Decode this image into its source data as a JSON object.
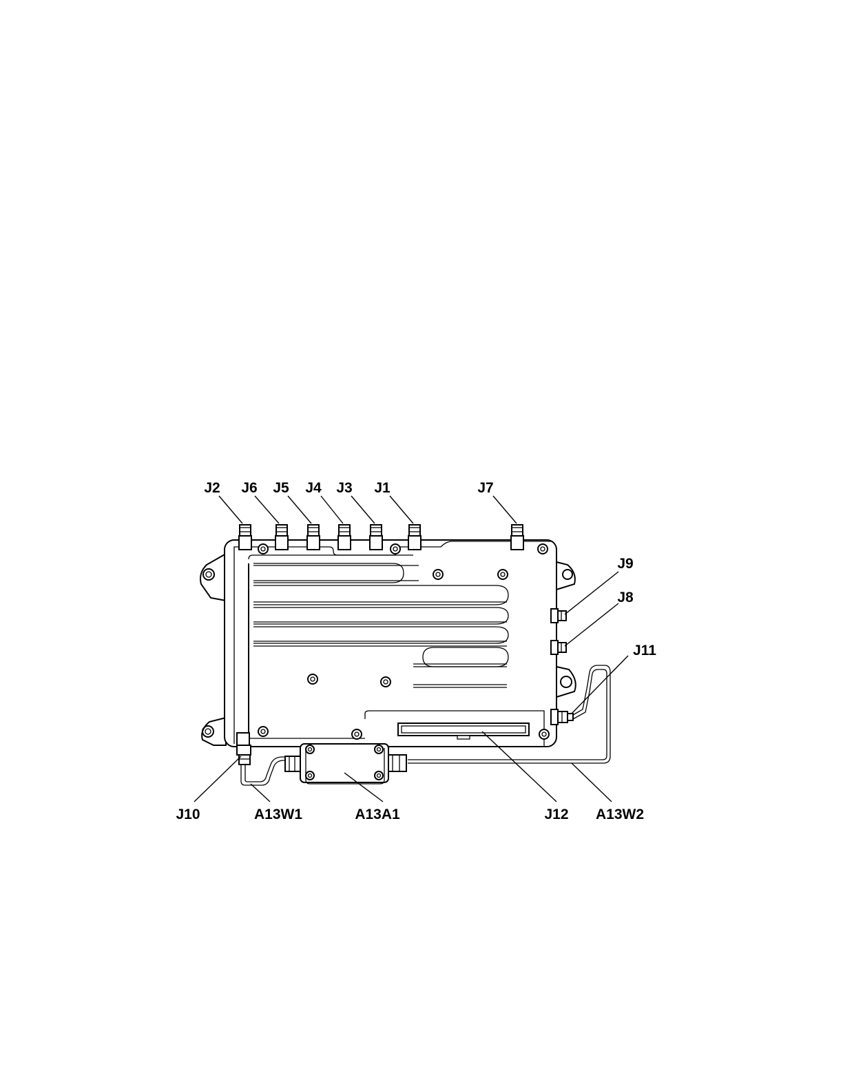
{
  "diagram": {
    "labels": {
      "j2": "J2",
      "j6": "J6",
      "j5": "J5",
      "j4": "J4",
      "j3": "J3",
      "j1": "J1",
      "j7": "J7",
      "j9": "J9",
      "j8": "J8",
      "j11": "J11",
      "j10": "J10",
      "a13w1": "A13W1",
      "a13a1": "A13A1",
      "j12": "J12",
      "a13w2": "A13W2"
    }
  }
}
